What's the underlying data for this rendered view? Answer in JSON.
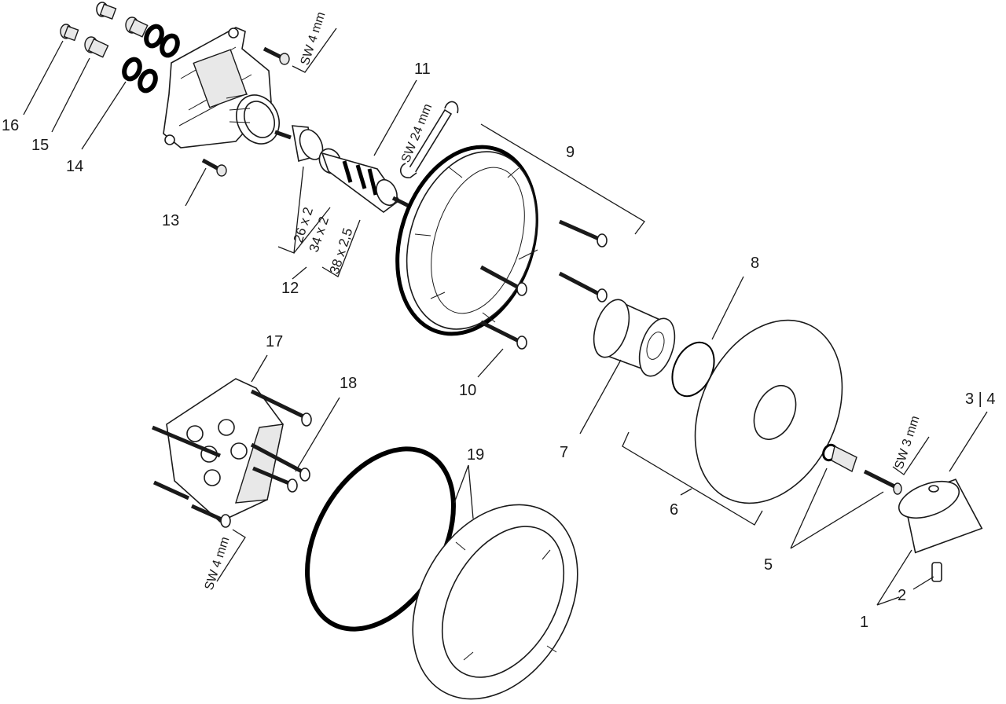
{
  "callouts": {
    "n1": "1",
    "n2": "2",
    "n3_4": "3 | 4",
    "n5": "5",
    "n6": "6",
    "n7": "7",
    "n8": "8",
    "n9": "9",
    "n10": "10",
    "n11": "11",
    "n12": "12",
    "n13": "13",
    "n14": "14",
    "n15": "15",
    "n16": "16",
    "n17": "17",
    "n18": "18",
    "n19": "19"
  },
  "tool_labels": {
    "sw4_top": "SW 4 mm",
    "sw24": "SW 24 mm",
    "sw3": "SW 3 mm",
    "sw4_bottom": "SW 4 mm"
  },
  "oring_sizes": [
    "26 x 2",
    "34 x 2",
    "38 x 2,5"
  ]
}
